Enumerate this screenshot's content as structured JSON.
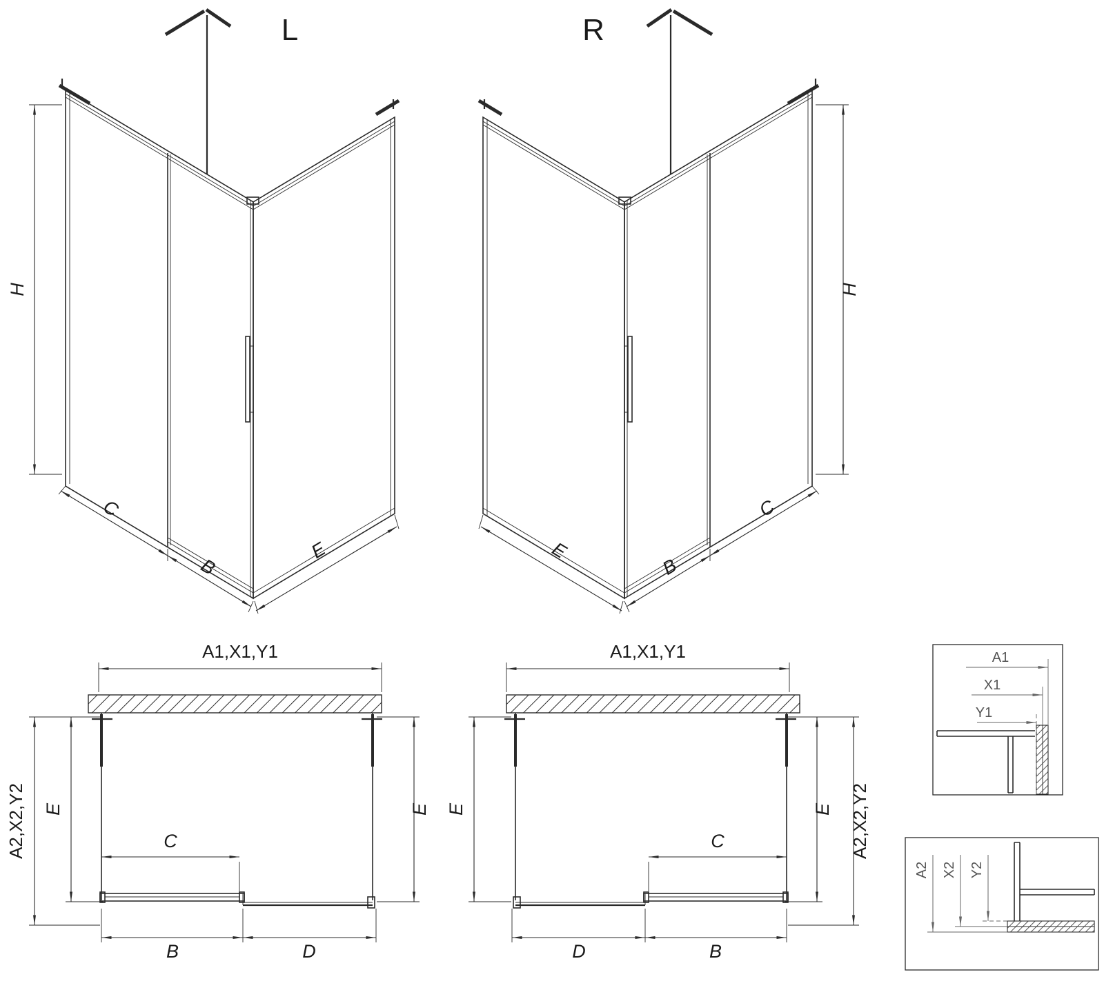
{
  "colors": {
    "line": "#2a2a2a",
    "detail_line": "#666666",
    "background": "#ffffff"
  },
  "drawing": {
    "iso_left": {
      "title": "L",
      "dim_h": "H",
      "dim_c": "C",
      "dim_b": "B",
      "dim_e": "E"
    },
    "iso_right": {
      "title": "R",
      "dim_h": "H",
      "dim_c": "C",
      "dim_b": "B",
      "dim_e": "E"
    },
    "plan_left": {
      "dim_top": "A1,X1,Y1",
      "dim_left_outer": "A2,X2,Y2",
      "dim_left_inner": "E",
      "dim_right": "E",
      "dim_c": "C",
      "dim_b": "B",
      "dim_d": "D"
    },
    "plan_right": {
      "dim_top": "A1,X1,Y1",
      "dim_right_outer": "A2,X2,Y2",
      "dim_right_inner": "E",
      "dim_left": "E",
      "dim_c": "C",
      "dim_b": "B",
      "dim_d": "D"
    },
    "detail_a1": {
      "dim_a1": "A1",
      "dim_x1": "X1",
      "dim_y1": "Y1"
    },
    "detail_a2": {
      "dim_a2": "A2",
      "dim_x2": "X2",
      "dim_y2": "Y2"
    }
  }
}
